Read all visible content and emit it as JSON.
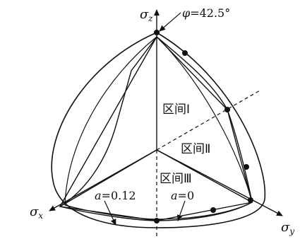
{
  "axes": {
    "z": {
      "symbol": "σ",
      "sub": "z"
    },
    "x": {
      "symbol": "σ",
      "sub": "x"
    },
    "y": {
      "symbol": "σ",
      "sub": "y"
    }
  },
  "annotations": {
    "phi": {
      "var": "φ",
      "value": "=42.5°"
    },
    "a1": {
      "var": "a",
      "value": "=0.12"
    },
    "a0": {
      "var": "a",
      "value": "=0"
    }
  },
  "regions": {
    "r1": "区间Ⅰ",
    "r2": "区间Ⅱ",
    "r3": "区间Ⅲ"
  },
  "colors": {
    "ink": "#111111",
    "background": "#ffffff"
  }
}
